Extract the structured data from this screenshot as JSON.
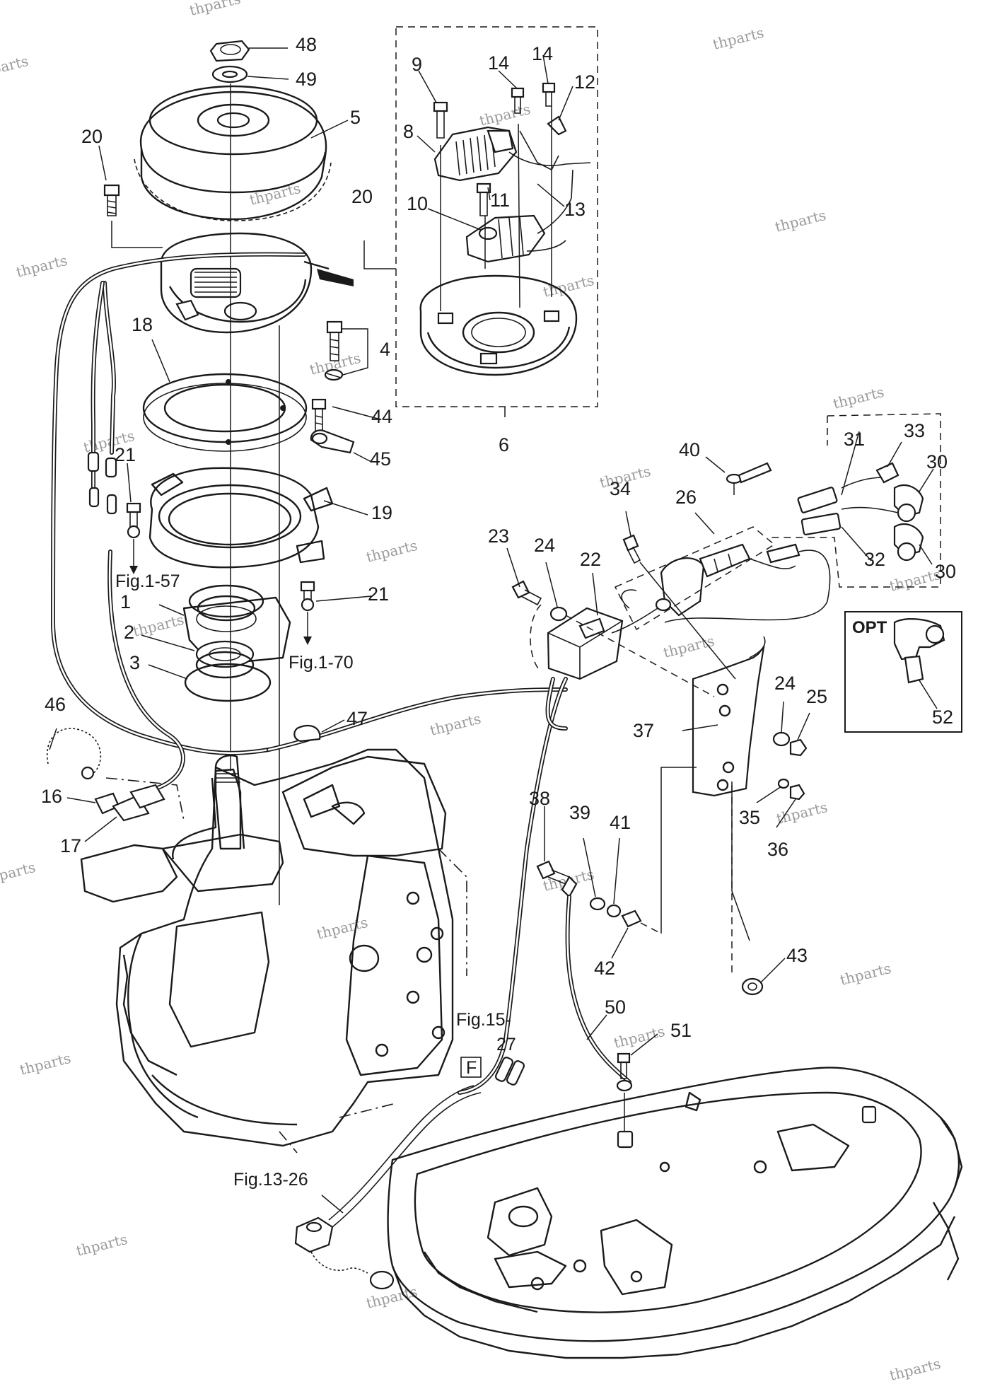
{
  "callouts": [
    {
      "id": "c48",
      "label": "48"
    },
    {
      "id": "c49",
      "label": "49"
    },
    {
      "id": "c5",
      "label": "5"
    },
    {
      "id": "c20a",
      "label": "20"
    },
    {
      "id": "c20b",
      "label": "20"
    },
    {
      "id": "c18",
      "label": "18"
    },
    {
      "id": "c4",
      "label": "4"
    },
    {
      "id": "c44",
      "label": "44"
    },
    {
      "id": "c45",
      "label": "45"
    },
    {
      "id": "c19",
      "label": "19"
    },
    {
      "id": "c21a",
      "label": "21"
    },
    {
      "id": "c21b",
      "label": "21"
    },
    {
      "id": "c1",
      "label": "1"
    },
    {
      "id": "c2",
      "label": "2"
    },
    {
      "id": "c3",
      "label": "3"
    },
    {
      "id": "c46",
      "label": "46"
    },
    {
      "id": "c47",
      "label": "47"
    },
    {
      "id": "c16",
      "label": "16"
    },
    {
      "id": "c17",
      "label": "17"
    },
    {
      "id": "c9",
      "label": "9"
    },
    {
      "id": "c14a",
      "label": "14"
    },
    {
      "id": "c14b",
      "label": "14"
    },
    {
      "id": "c12",
      "label": "12"
    },
    {
      "id": "c8",
      "label": "8"
    },
    {
      "id": "c11",
      "label": "11"
    },
    {
      "id": "c13",
      "label": "13"
    },
    {
      "id": "c10",
      "label": "10"
    },
    {
      "id": "c6",
      "label": "6"
    },
    {
      "id": "c40",
      "label": "40"
    },
    {
      "id": "c31",
      "label": "31"
    },
    {
      "id": "c33",
      "label": "33"
    },
    {
      "id": "c30a",
      "label": "30"
    },
    {
      "id": "c30b",
      "label": "30"
    },
    {
      "id": "c26",
      "label": "26"
    },
    {
      "id": "c34",
      "label": "34"
    },
    {
      "id": "c32",
      "label": "32"
    },
    {
      "id": "c23",
      "label": "23"
    },
    {
      "id": "c24a",
      "label": "24"
    },
    {
      "id": "c22",
      "label": "22"
    },
    {
      "id": "c24b",
      "label": "24"
    },
    {
      "id": "c25",
      "label": "25"
    },
    {
      "id": "c37",
      "label": "37"
    },
    {
      "id": "c35",
      "label": "35"
    },
    {
      "id": "c36",
      "label": "36"
    },
    {
      "id": "c38",
      "label": "38"
    },
    {
      "id": "c39",
      "label": "39"
    },
    {
      "id": "c41",
      "label": "41"
    },
    {
      "id": "c42",
      "label": "42"
    },
    {
      "id": "c43",
      "label": "43"
    },
    {
      "id": "c50",
      "label": "50"
    },
    {
      "id": "c51",
      "label": "51"
    },
    {
      "id": "c52",
      "label": "52"
    }
  ],
  "figure_refs": {
    "fig_1_57": "Fig.1-57",
    "fig_1_70": "Fig.1-70",
    "fig_15_27_line1": "Fig.15-",
    "fig_15_27_line2": "27",
    "fig_13_26": "Fig.13-26",
    "box_f": "F"
  },
  "opt_box": {
    "label": "OPT"
  },
  "watermark": "thparts"
}
